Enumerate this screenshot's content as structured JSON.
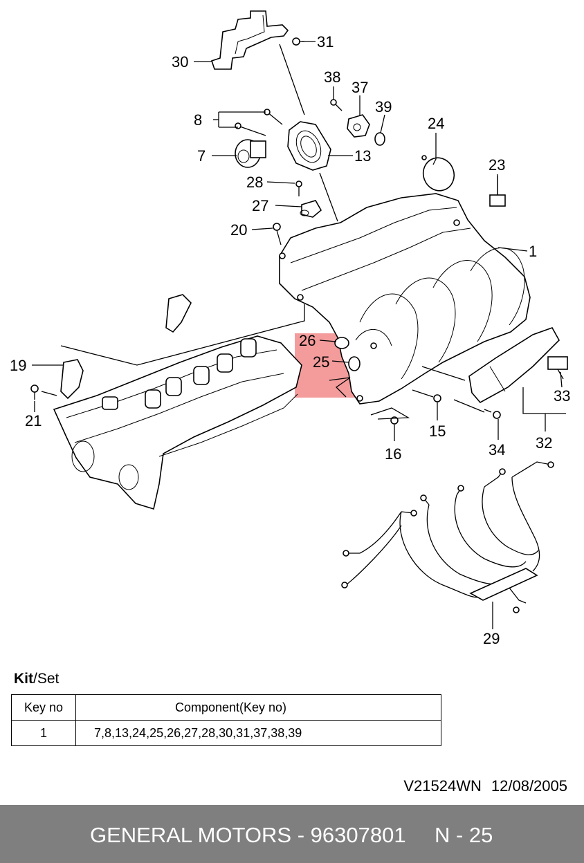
{
  "callouts": [
    {
      "key": "30"
    },
    {
      "key": "31"
    },
    {
      "key": "38"
    },
    {
      "key": "37"
    },
    {
      "key": "39"
    },
    {
      "key": "8"
    },
    {
      "key": "24"
    },
    {
      "key": "7"
    },
    {
      "key": "13"
    },
    {
      "key": "23"
    },
    {
      "key": "28"
    },
    {
      "key": "27"
    },
    {
      "key": "20"
    },
    {
      "key": "1"
    },
    {
      "key": "26"
    },
    {
      "key": "25"
    },
    {
      "key": "19"
    },
    {
      "key": "33"
    },
    {
      "key": "21"
    },
    {
      "key": "15"
    },
    {
      "key": "34"
    },
    {
      "key": "32"
    },
    {
      "key": "16"
    },
    {
      "key": "29"
    }
  ],
  "kit": {
    "title_bold": "Kit",
    "title_rest": "/Set",
    "headers": [
      "Key no",
      "Component(Key no)"
    ],
    "rows": [
      {
        "key": "1",
        "components": "7,8,13,24,25,26,27,28,30,31,37,38,39"
      }
    ]
  },
  "drawing_code": "V21524WN",
  "drawing_date": "12/08/2005",
  "footer": {
    "manufacturer_part": "GENERAL MOTORS - 96307801",
    "page": "N - 25"
  },
  "colors": {
    "highlight": "#f28b8b",
    "footer_bg": "#7f7f7f"
  }
}
